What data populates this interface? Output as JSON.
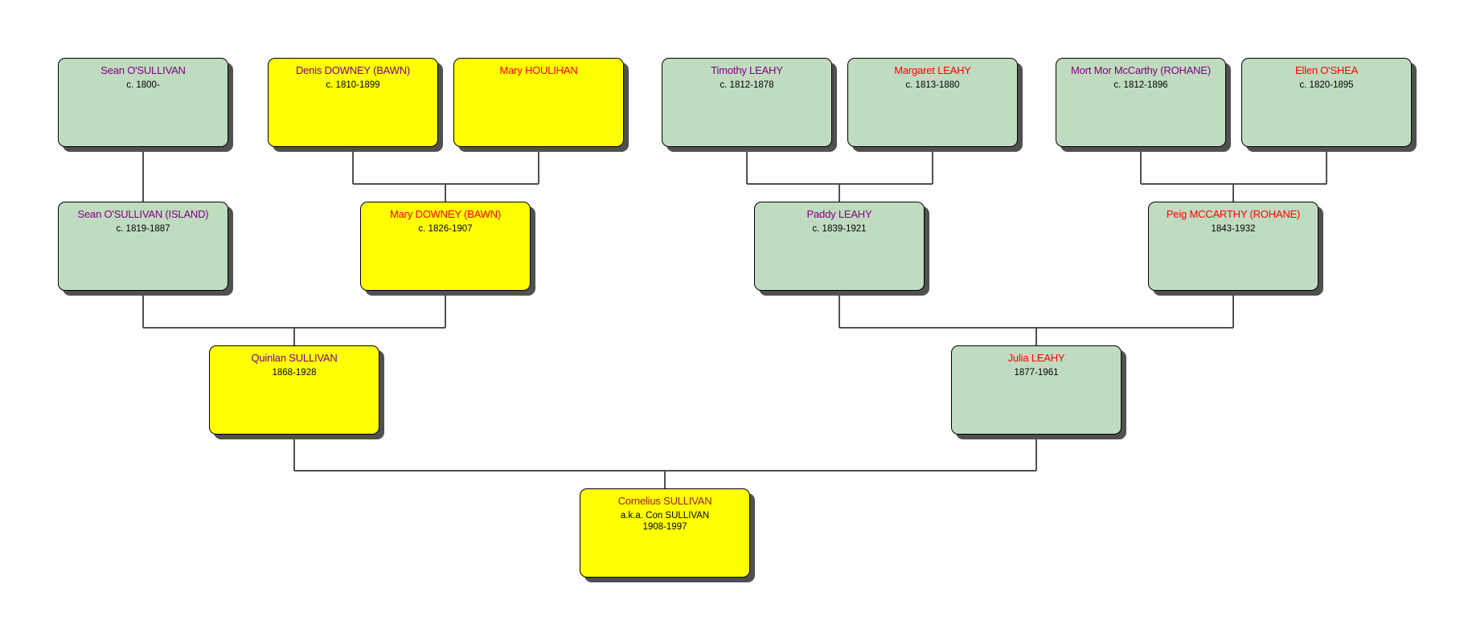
{
  "colors": {
    "male": "#800080",
    "female": "#ff0000",
    "subject": "#a02020",
    "green": "#c0dcc0",
    "yellow": "#ffff00",
    "line": "#505050"
  },
  "people": [
    {
      "id": "p1",
      "name": "Sean O'SULLIVAN",
      "dates": "c. 1800-",
      "sex": "male",
      "fill": "green"
    },
    {
      "id": "p2",
      "name": "Denis DOWNEY (BAWN)",
      "dates": "c. 1810-1899",
      "sex": "male",
      "fill": "yellow"
    },
    {
      "id": "p3",
      "name": "Mary HOULIHAN",
      "dates": "",
      "sex": "female",
      "fill": "yellow"
    },
    {
      "id": "p4",
      "name": "Timothy LEAHY",
      "dates": "c. 1812-1878",
      "sex": "male",
      "fill": "green"
    },
    {
      "id": "p5",
      "name": "Margaret LEAHY",
      "dates": "c. 1813-1880",
      "sex": "female",
      "fill": "green"
    },
    {
      "id": "p6",
      "name": "Mort Mor McCarthy (ROHANE)",
      "dates": "c. 1812-1896",
      "sex": "male",
      "fill": "green"
    },
    {
      "id": "p7",
      "name": "Ellen O'SHEA",
      "dates": "c. 1820-1895",
      "sex": "female",
      "fill": "green"
    },
    {
      "id": "p8",
      "name": "Sean O'SULLIVAN (ISLAND)",
      "dates": "c. 1819-1887",
      "sex": "male",
      "fill": "green"
    },
    {
      "id": "p9",
      "name": "Mary DOWNEY (BAWN)",
      "dates": "c. 1826-1907",
      "sex": "female",
      "fill": "yellow"
    },
    {
      "id": "p10",
      "name": "Paddy LEAHY",
      "dates": "c. 1839-1921",
      "sex": "male",
      "fill": "green"
    },
    {
      "id": "p11",
      "name": "Peig MCCARTHY (ROHANE)",
      "dates": "1843-1932",
      "sex": "female",
      "fill": "green"
    },
    {
      "id": "p12",
      "name": "Quinlan SULLIVAN",
      "dates": "1868-1928",
      "sex": "male",
      "fill": "yellow"
    },
    {
      "id": "p13",
      "name": "Julia LEAHY",
      "dates": "1877-1961",
      "sex": "female",
      "fill": "green"
    },
    {
      "id": "p14",
      "name": "Cornelius SULLIVAN",
      "aka": "a.k.a. Con SULLIVAN",
      "dates": "1908-1997",
      "sex": "subject",
      "fill": "yellow"
    }
  ]
}
